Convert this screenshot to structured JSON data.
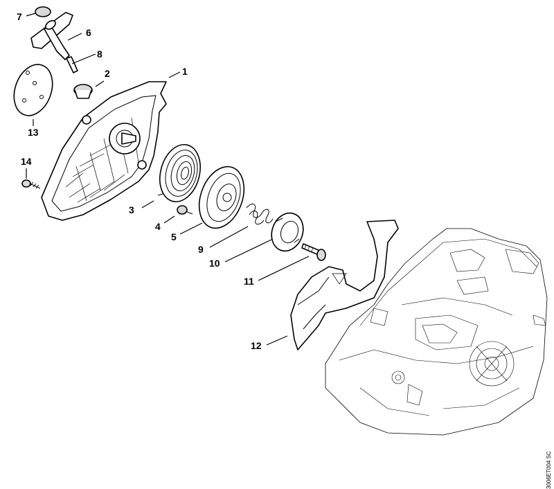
{
  "callouts": [
    {
      "key": "c1",
      "number": "1"
    },
    {
      "key": "c2",
      "number": "2"
    },
    {
      "key": "c3",
      "number": "3"
    },
    {
      "key": "c4",
      "number": "4"
    },
    {
      "key": "c5",
      "number": "5"
    },
    {
      "key": "c6",
      "number": "6"
    },
    {
      "key": "c7",
      "number": "7"
    },
    {
      "key": "c8",
      "number": "8"
    },
    {
      "key": "c9",
      "number": "9"
    },
    {
      "key": "c10",
      "number": "10"
    },
    {
      "key": "c11",
      "number": "11"
    },
    {
      "key": "c12",
      "number": "12"
    },
    {
      "key": "c13",
      "number": "13"
    },
    {
      "key": "c14",
      "number": "14"
    }
  ],
  "drawing_code": "3006ET004 SC"
}
